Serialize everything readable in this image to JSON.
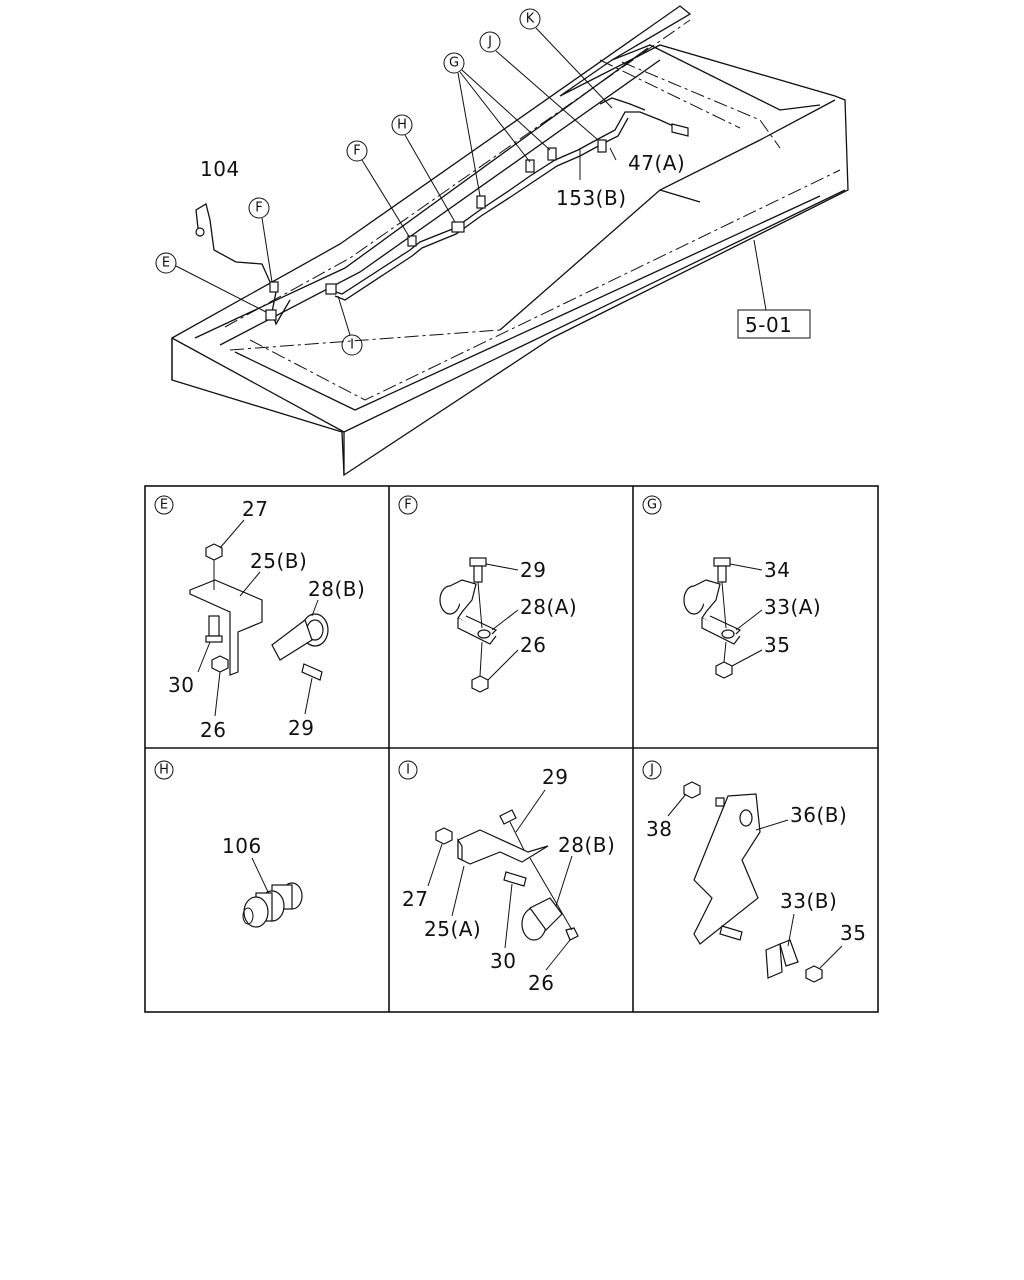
{
  "overview": {
    "labels": {
      "p104": "104",
      "p47a": "47(A)",
      "p153b": "153(B)",
      "ref": "5-01"
    },
    "callouts": {
      "K": "K",
      "J": "J",
      "G": "G",
      "H": "H",
      "F1": "F",
      "F2": "F",
      "E": "E",
      "I": "I"
    }
  },
  "details": {
    "E": {
      "letter": "E",
      "parts": [
        "27",
        "25(B)",
        "28(B)",
        "30",
        "26",
        "29"
      ]
    },
    "F": {
      "letter": "F",
      "parts": [
        "29",
        "28(A)",
        "26"
      ]
    },
    "G": {
      "letter": "G",
      "parts": [
        "34",
        "33(A)",
        "35"
      ]
    },
    "H": {
      "letter": "H",
      "parts": [
        "106"
      ]
    },
    "I": {
      "letter": "I",
      "parts": [
        "29",
        "28(B)",
        "27",
        "25(A)",
        "30",
        "26"
      ]
    },
    "J": {
      "letter": "J",
      "parts": [
        "38",
        "36(B)",
        "33(B)",
        "35"
      ]
    }
  }
}
